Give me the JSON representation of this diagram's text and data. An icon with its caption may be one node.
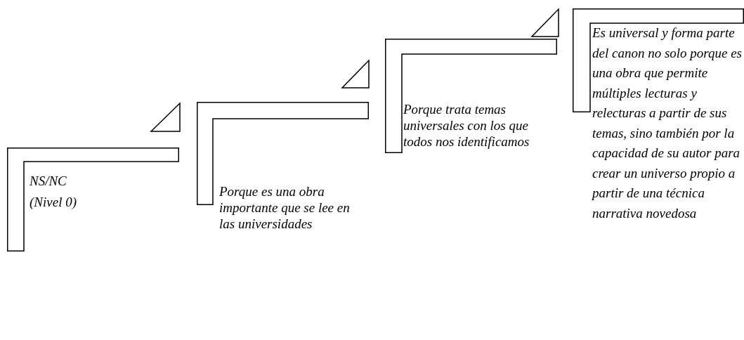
{
  "diagram": {
    "nodes": [
      {
        "text": [
          "NS/NC",
          "(Nivel 0)"
        ]
      },
      {
        "text": [
          "Porque es una obra importante que se lee en las universidades"
        ]
      },
      {
        "text": [
          "Porque trata temas universales con los que todos nos identificamos"
        ]
      },
      {
        "text": [
          "Es universal y forma parte del canon no solo porque es una obra que permite múltiples lecturas y relecturas a partir de sus temas, sino también por la capacidad de su autor para crear un universo propio a partir de una técnica narrativa novedosa"
        ]
      }
    ]
  }
}
